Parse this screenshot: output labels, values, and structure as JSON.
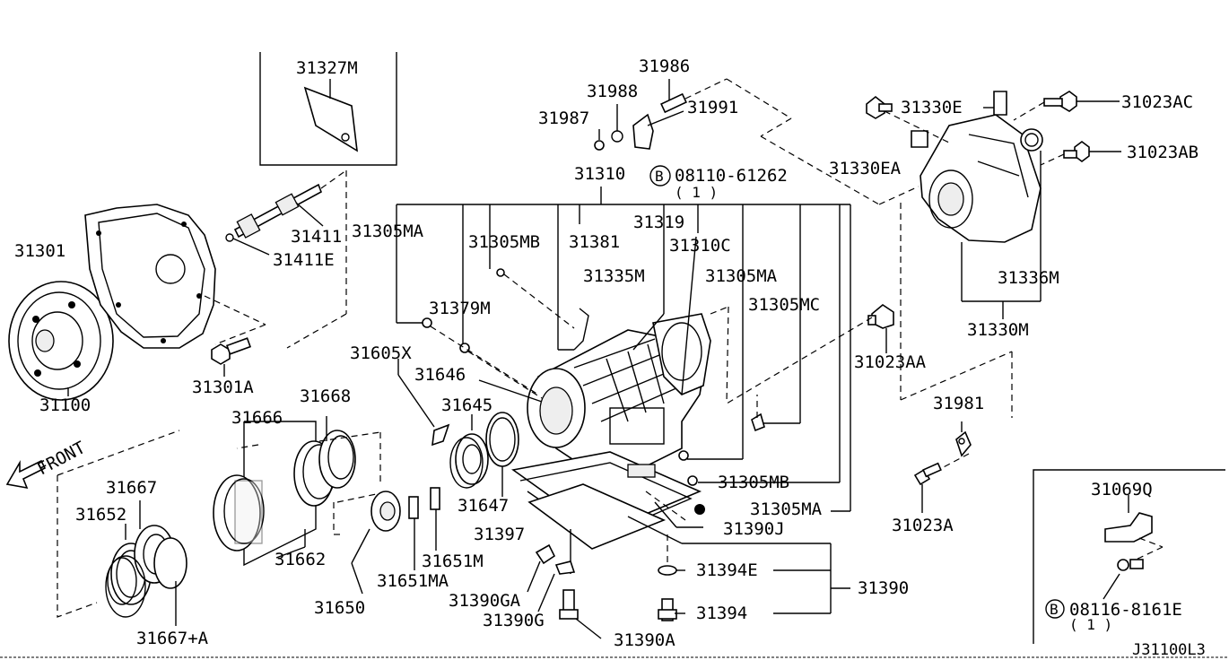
{
  "diagram_code": "J31100L3",
  "front_label": "FRONT",
  "callouts": {
    "c31327M": "31327M",
    "c31986": "31986",
    "c31988": "31988",
    "c31987": "31987",
    "c31991": "31991",
    "c31310": "31310",
    "c08110": "08110-61262",
    "c08110_qty": "( 1 )",
    "c08110_mark": "B",
    "c31330E": "31330E",
    "c31023AC": "31023AC",
    "c31023AB": "31023AB",
    "c31330EA": "31330EA",
    "c31301": "31301",
    "c31411": "31411",
    "c31411E": "31411E",
    "c31305MA_a": "31305MA",
    "c31305MB_a": "31305MB",
    "c31381": "31381",
    "c31319": "31319",
    "c31310C": "31310C",
    "c31335M": "31335M",
    "c31305MA_b": "31305MA",
    "c31305MC": "31305MC",
    "c31336M": "31336M",
    "c31330M": "31330M",
    "c31379M": "31379M",
    "c31100": "31100",
    "c31301A": "31301A",
    "c31605X": "31605X",
    "c31646": "31646",
    "c31668": "31668",
    "c31645": "31645",
    "c31666": "31666",
    "c31023AA": "31023AA",
    "c31981": "31981",
    "c31305MB_b": "31305MB",
    "c31667": "31667",
    "c31652": "31652",
    "c31647": "31647",
    "c31305MA_c": "31305MA",
    "c31390J": "31390J",
    "c31397": "31397",
    "c31069Q": "31069Q",
    "c31023A": "31023A",
    "c31662": "31662",
    "c31651M": "31651M",
    "c31651MA": "31651MA",
    "c31394E": "31394E",
    "c31390": "31390",
    "c31390GA": "31390GA",
    "c31650": "31650",
    "c31390G": "31390G",
    "c31394": "31394",
    "c08116": "08116-8161E",
    "c08116_qty": "( 1 )",
    "c08116_mark": "B",
    "c31667A": "31667+A",
    "c31390A": "31390A"
  }
}
